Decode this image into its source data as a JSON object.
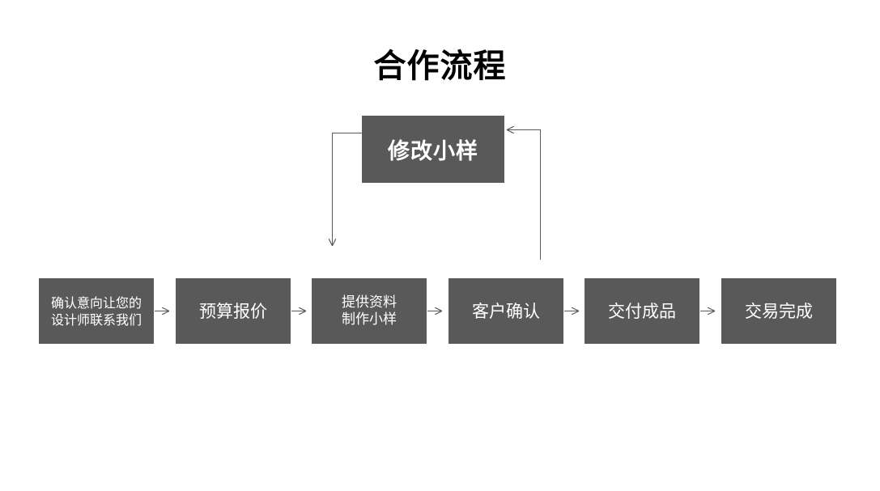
{
  "title": "合作流程",
  "revise": {
    "label": "修改小样"
  },
  "steps": [
    {
      "line1": "确认意向让您的",
      "line2": "设计师联系我们"
    },
    {
      "line1": "预算报价"
    },
    {
      "line1": "提供资料",
      "line2": "制作小样"
    },
    {
      "line1": "客户确认"
    },
    {
      "line1": "交付成品"
    },
    {
      "line1": "交易完成"
    }
  ],
  "colors": {
    "box_fill": "#595959",
    "box_text": "#ffffff",
    "title_text": "#000000",
    "arrow": "#595959"
  }
}
